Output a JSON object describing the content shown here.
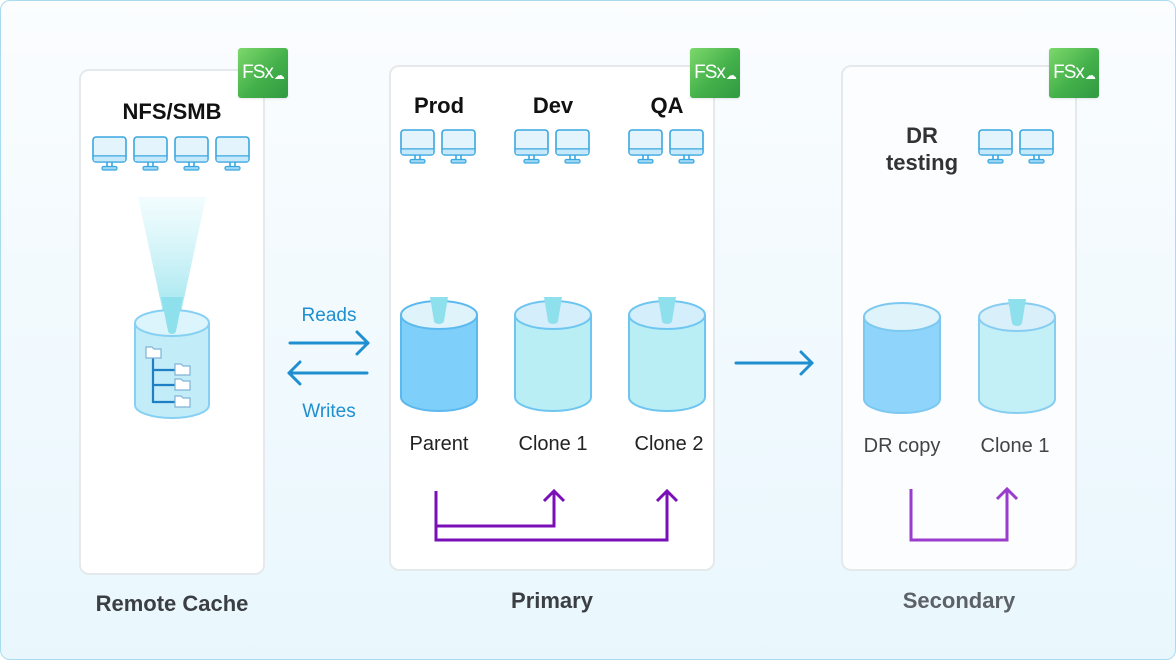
{
  "diagram": {
    "badge_text": "FSx",
    "badge_icon": "cloud-icon",
    "colors": {
      "badge_green": "#43b04a",
      "flow_blue": "#1f8fcf",
      "clone_purple": "#7a0fb8",
      "secondary_purple": "#9a3ccc",
      "parent_volume": "#7fd0fb",
      "clone_volume": "#b8eff5",
      "beam": "#8ee0ec"
    },
    "remote_cache": {
      "label": "Remote Cache",
      "protocol": "NFS/SMB",
      "clients": 4
    },
    "flows": {
      "reads": "Reads",
      "writes": "Writes"
    },
    "primary": {
      "label": "Primary",
      "environments": [
        {
          "name": "Prod",
          "clients": 2,
          "volume": "Parent"
        },
        {
          "name": "Dev",
          "clients": 2,
          "volume": "Clone 1"
        },
        {
          "name": "QA",
          "clients": 2,
          "volume": "Clone 2"
        }
      ]
    },
    "secondary": {
      "label": "Secondary",
      "environment": {
        "name_line1": "DR",
        "name_line2": "testing",
        "clients": 2
      },
      "volumes": [
        "DR copy",
        "Clone 1"
      ]
    }
  }
}
